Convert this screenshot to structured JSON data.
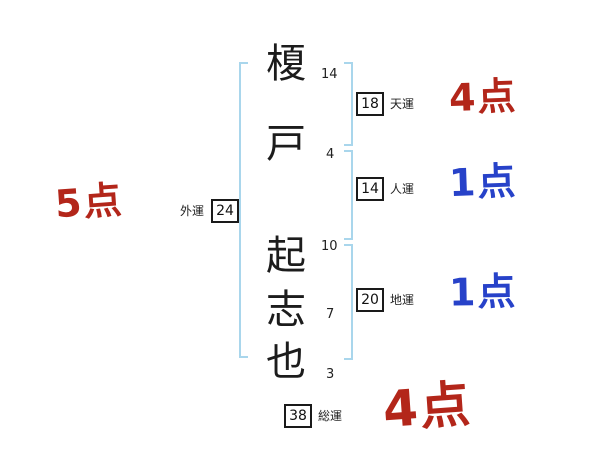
{
  "name": {
    "chars": [
      {
        "char": "榎",
        "strokes": "14"
      },
      {
        "char": "戸",
        "strokes": "4"
      },
      {
        "char": "起",
        "strokes": "10"
      },
      {
        "char": "志",
        "strokes": "7"
      },
      {
        "char": "也",
        "strokes": "3"
      }
    ]
  },
  "fortunes": {
    "outer": {
      "label": "外運",
      "value": "24",
      "score": "5点",
      "score_color": "red"
    },
    "heaven": {
      "label": "天運",
      "value": "18",
      "score": "4点",
      "score_color": "red"
    },
    "person": {
      "label": "人運",
      "value": "14",
      "score": "1点",
      "score_color": "blue"
    },
    "earth": {
      "label": "地運",
      "value": "20",
      "score": "1点",
      "score_color": "blue"
    },
    "total": {
      "label": "総運",
      "value": "38",
      "score": "4点",
      "score_color": "red"
    }
  },
  "colors": {
    "score_red": "#b3261a",
    "score_blue": "#2742c9",
    "bracket_blue": "#a9d6ec"
  }
}
